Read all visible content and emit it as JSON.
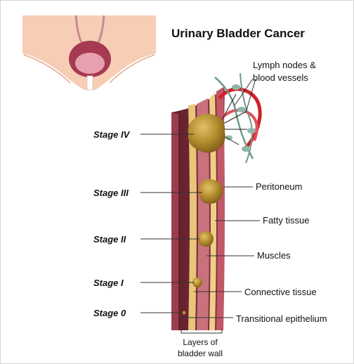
{
  "title": "Urinary Bladder Cancer",
  "stages": [
    "Stage IV",
    "Stage III",
    "Stage II",
    "Stage I",
    "Stage 0"
  ],
  "layers": {
    "lymph_line1": "Lymph nodes &",
    "lymph_line2": "blood vessels",
    "peritoneum": "Peritoneum",
    "fatty": "Fatty tissue",
    "muscles": "Muscles",
    "connective": "Connective tissue",
    "epithelium": "Transitional epithelium"
  },
  "bracket": {
    "line1": "Layers of",
    "line2": "bladder wall"
  },
  "icons": {
    "pelvis": "pelvis-bladder-icon",
    "tumor": "tumor-icon",
    "vessels": "lymph-vessel-icon"
  },
  "colors": {
    "skin": "#f7cdb5",
    "bladder": "#a63a52",
    "wall_outer": "#7a2a38",
    "wall_muscle": "#c9727e",
    "wall_fat": "#e8c57a",
    "tumor": "#b38c2e",
    "vessel_red": "#d0202a",
    "vessel_green": "#6e9a88"
  }
}
